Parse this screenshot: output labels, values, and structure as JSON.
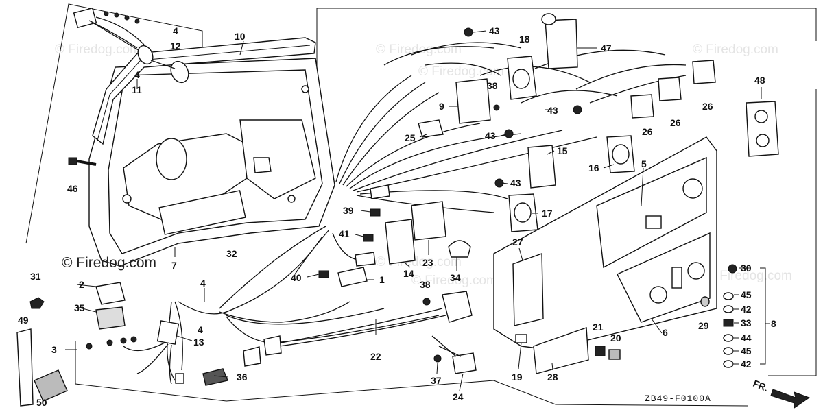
{
  "watermarks": [
    "© Firedog.com",
    "© Firedog.com",
    "© Firedog.com",
    "© Firedog.com",
    "© Firedog.com",
    "© Firedog.com",
    "© Firedog.com"
  ],
  "main_watermark": "© Firedog.com",
  "diagram_code": "ZB49-F0100A",
  "direction_label": "FR.",
  "callouts": [
    {
      "id": "c4a",
      "text": "4"
    },
    {
      "id": "c12",
      "text": "12"
    },
    {
      "id": "c4b",
      "text": "4"
    },
    {
      "id": "c11",
      "text": "11"
    },
    {
      "id": "c10",
      "text": "10"
    },
    {
      "id": "c46",
      "text": "46"
    },
    {
      "id": "c7",
      "text": "7"
    },
    {
      "id": "c32",
      "text": "32"
    },
    {
      "id": "c31",
      "text": "31"
    },
    {
      "id": "c2",
      "text": "2"
    },
    {
      "id": "c35",
      "text": "35"
    },
    {
      "id": "c49",
      "text": "49"
    },
    {
      "id": "c3",
      "text": "3"
    },
    {
      "id": "c4c",
      "text": "4"
    },
    {
      "id": "c4d",
      "text": "4"
    },
    {
      "id": "c13",
      "text": "13"
    },
    {
      "id": "c50",
      "text": "50"
    },
    {
      "id": "c36",
      "text": "36"
    },
    {
      "id": "c22",
      "text": "22"
    },
    {
      "id": "c43a",
      "text": "43"
    },
    {
      "id": "c18",
      "text": "18"
    },
    {
      "id": "c47",
      "text": "47"
    },
    {
      "id": "c38a",
      "text": "38"
    },
    {
      "id": "c9",
      "text": "9"
    },
    {
      "id": "c43b",
      "text": "43"
    },
    {
      "id": "c25",
      "text": "25"
    },
    {
      "id": "c43c",
      "text": "43"
    },
    {
      "id": "c15",
      "text": "15"
    },
    {
      "id": "c43d",
      "text": "43"
    },
    {
      "id": "c16",
      "text": "16"
    },
    {
      "id": "c5",
      "text": "5"
    },
    {
      "id": "c17",
      "text": "17"
    },
    {
      "id": "c39",
      "text": "39"
    },
    {
      "id": "c41",
      "text": "41"
    },
    {
      "id": "c23",
      "text": "23"
    },
    {
      "id": "c14",
      "text": "14"
    },
    {
      "id": "c40",
      "text": "40"
    },
    {
      "id": "c1",
      "text": "1"
    },
    {
      "id": "c34",
      "text": "34"
    },
    {
      "id": "c27",
      "text": "27"
    },
    {
      "id": "c38b",
      "text": "38"
    },
    {
      "id": "c48",
      "text": "48"
    },
    {
      "id": "c26a",
      "text": "26"
    },
    {
      "id": "c26b",
      "text": "26"
    },
    {
      "id": "c26c",
      "text": "26"
    },
    {
      "id": "c30",
      "text": "30"
    },
    {
      "id": "c45a",
      "text": "45"
    },
    {
      "id": "c42a",
      "text": "42"
    },
    {
      "id": "c33",
      "text": "33"
    },
    {
      "id": "c8",
      "text": "8"
    },
    {
      "id": "c44",
      "text": "44"
    },
    {
      "id": "c45b",
      "text": "45"
    },
    {
      "id": "c42b",
      "text": "42"
    },
    {
      "id": "c29",
      "text": "29"
    },
    {
      "id": "c6",
      "text": "6"
    },
    {
      "id": "c21",
      "text": "21"
    },
    {
      "id": "c20",
      "text": "20"
    },
    {
      "id": "c19",
      "text": "19"
    },
    {
      "id": "c28",
      "text": "28"
    },
    {
      "id": "c37",
      "text": "37"
    },
    {
      "id": "c24",
      "text": "24"
    }
  ]
}
